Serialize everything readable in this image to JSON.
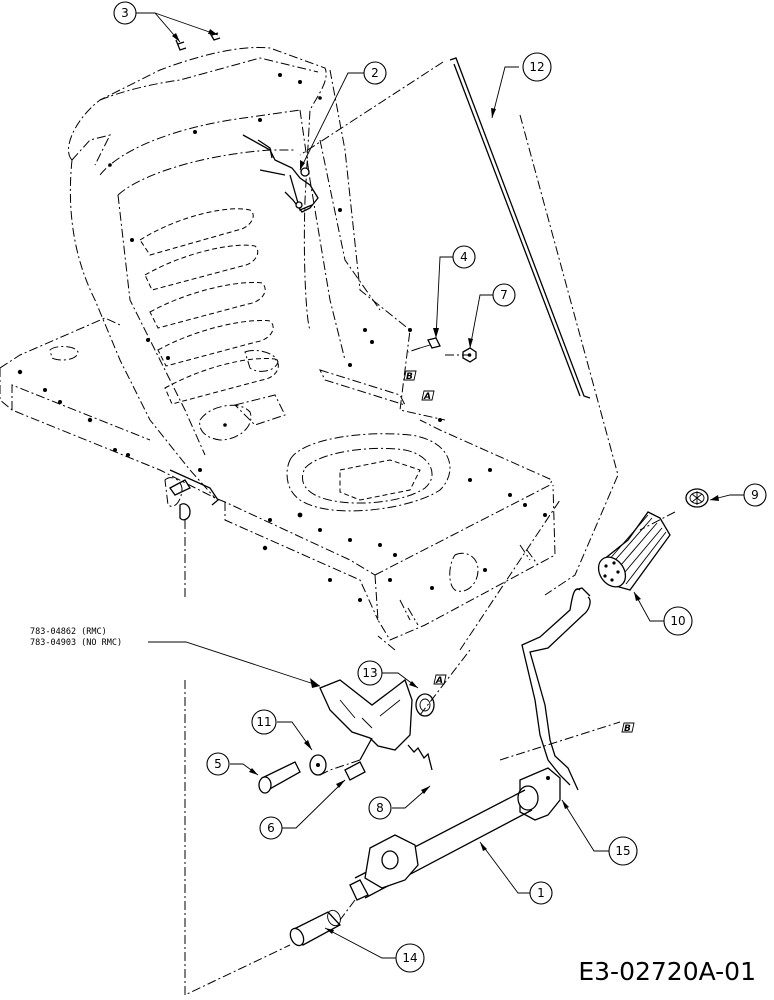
{
  "drawing_code": "E3-02720A-01",
  "part_annotation": {
    "line1": "783-04862 (RMC)",
    "line2": "783-04903 (NO RMC)"
  },
  "reference_marks": [
    "A",
    "B",
    "A",
    "B"
  ],
  "callouts": [
    "1",
    "2",
    "3",
    "4",
    "5",
    "6",
    "7",
    "8",
    "9",
    "10",
    "11",
    "12",
    "13",
    "14",
    "15"
  ]
}
